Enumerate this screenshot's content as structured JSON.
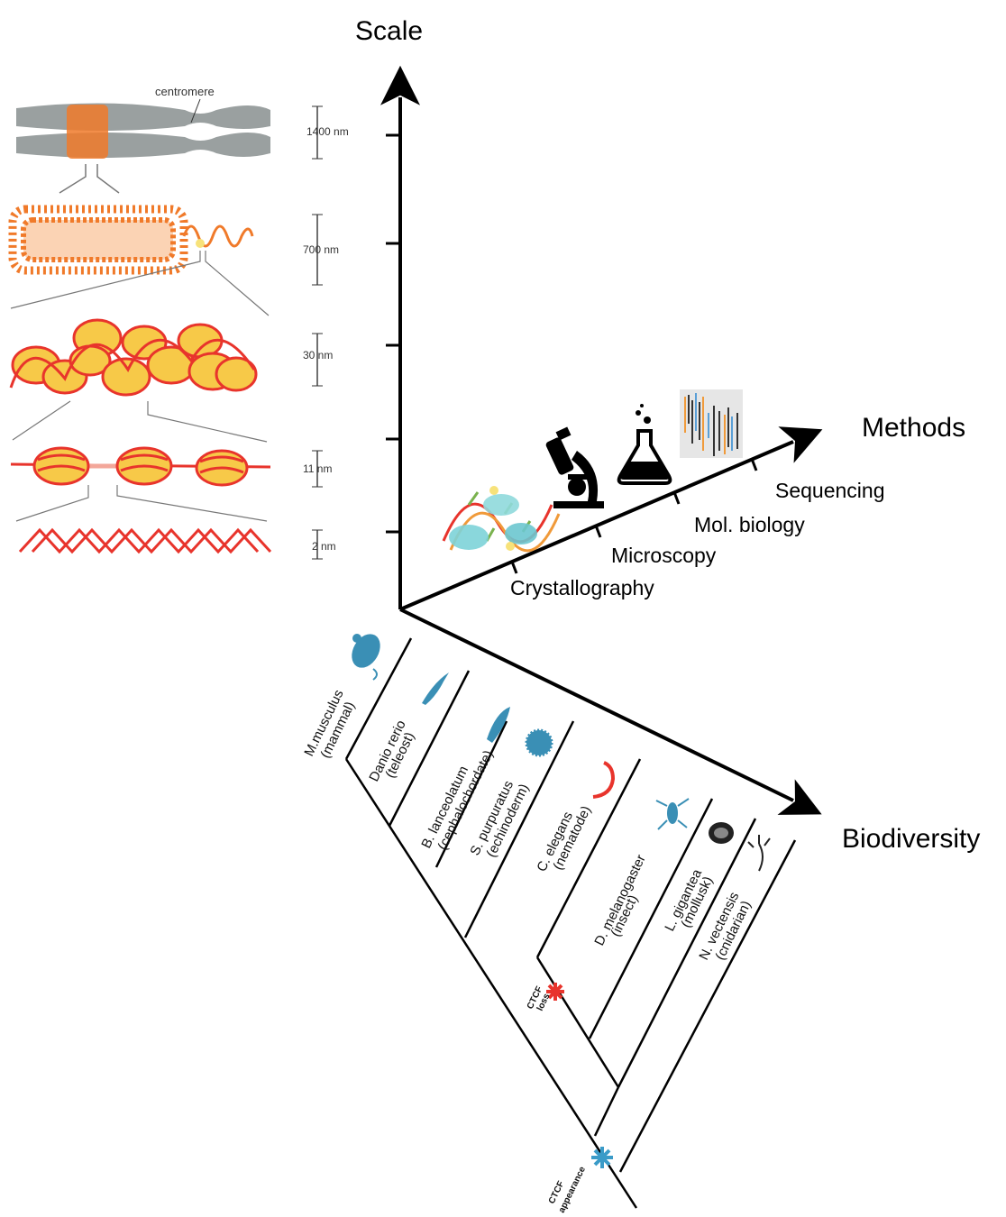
{
  "axes": {
    "scale": "Scale",
    "methods": "Methods",
    "biodiversity": "Biodiversity"
  },
  "methods": [
    {
      "label": "Crystallography",
      "icon": "protein-dna-structure-icon"
    },
    {
      "label": "Microscopy",
      "icon": "microscope-icon"
    },
    {
      "label": "Mol. biology",
      "icon": "flask-icon"
    },
    {
      "label": "Sequencing",
      "icon": "sequencing-reads-icon"
    }
  ],
  "chromatin": {
    "centromere_label": "centromere",
    "levels": [
      "1400 nm",
      "700 nm",
      "30 nm",
      "11 nm",
      "2 nm"
    ]
  },
  "species": [
    {
      "name": "M.musculus",
      "group": "(mammal)"
    },
    {
      "name": "Danio rerio",
      "group": "(teleost)"
    },
    {
      "name": "B. lanceolatum",
      "group": "(cephalochordate)"
    },
    {
      "name": "S. purpuratus",
      "group": "(echinoderm)"
    },
    {
      "name": "C. elegans",
      "group": "(nematode)"
    },
    {
      "name": "D. melanogaster",
      "group": "(insect)"
    },
    {
      "name": "L. gigantea",
      "group": "(mollusk)"
    },
    {
      "name": "N. vectensis",
      "group": "(cnidarian)"
    }
  ],
  "events": {
    "loss_line1": "CTCF",
    "loss_line2": "loss",
    "appearance_line1": "CTCF",
    "appearance_line2": "appearance"
  },
  "colors": {
    "chromatin_orange": "#f07a2a",
    "nucleosome_yellow": "#f7c948",
    "dna_red": "#e8342c",
    "chromosome_grey": "#9aa0a0",
    "species_blue": "#3a8fb5",
    "ctcf_loss": "#e8342c",
    "ctcf_appearance": "#3a9bc8"
  }
}
